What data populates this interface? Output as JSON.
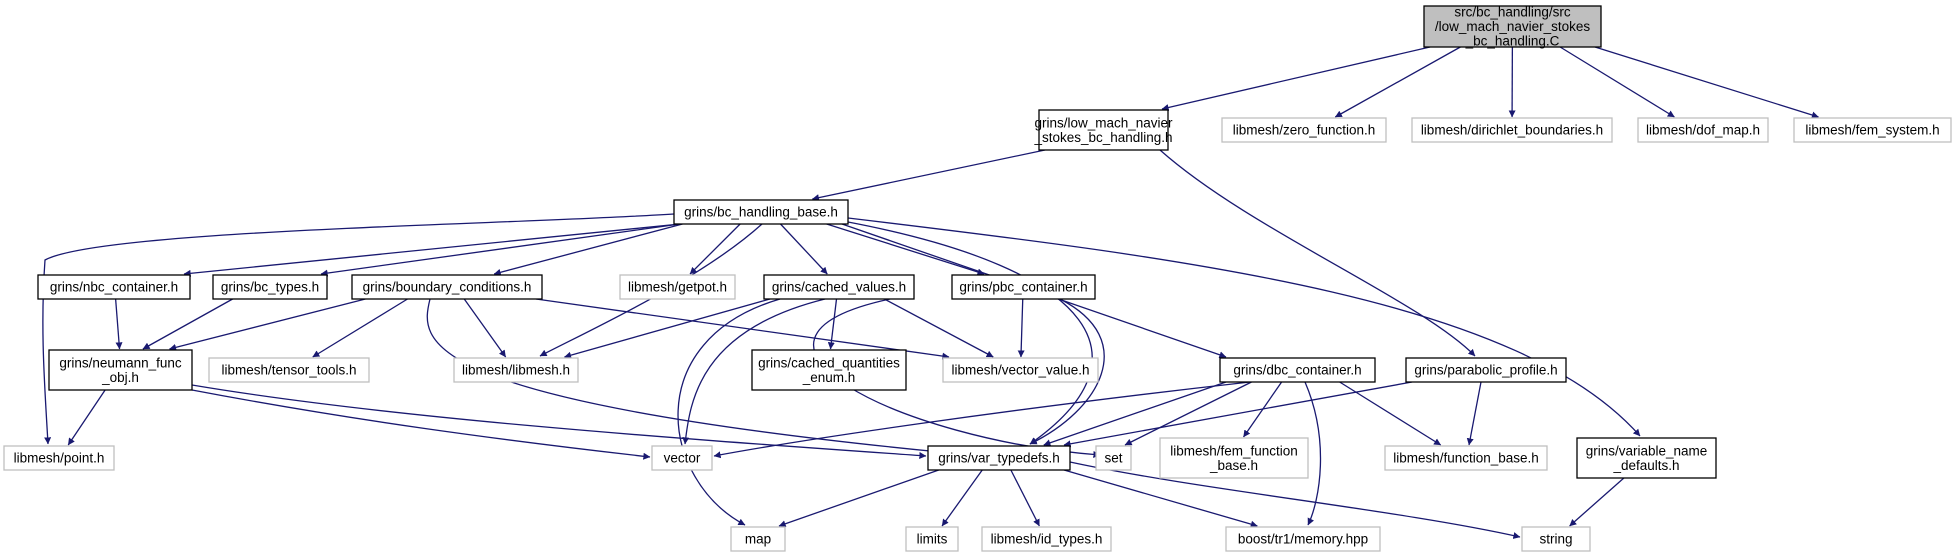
{
  "colors": {
    "edge": "#191970",
    "root_fill": "#bfbfbf",
    "border_dark": "#000000",
    "border_light": "#bfbfbf",
    "text": "#000000"
  },
  "nodes": [
    {
      "id": "root",
      "lines": [
        "src/bc_handling/src",
        "/low_mach_navier_stokes",
        "_bc_handling.C"
      ],
      "style": "root"
    },
    {
      "id": "low_mach",
      "lines": [
        "grins/low_mach_navier",
        "_stokes_bc_handling.h"
      ],
      "style": "dark"
    },
    {
      "id": "zero_function",
      "lines": [
        "libmesh/zero_function.h"
      ],
      "style": "light"
    },
    {
      "id": "dirichlet",
      "lines": [
        "libmesh/dirichlet_boundaries.h"
      ],
      "style": "light"
    },
    {
      "id": "dof_map",
      "lines": [
        "libmesh/dof_map.h"
      ],
      "style": "light"
    },
    {
      "id": "fem_system",
      "lines": [
        "libmesh/fem_system.h"
      ],
      "style": "light"
    },
    {
      "id": "bc_handling_base",
      "lines": [
        "grins/bc_handling_base.h"
      ],
      "style": "dark"
    },
    {
      "id": "nbc_container",
      "lines": [
        "grins/nbc_container.h"
      ],
      "style": "dark"
    },
    {
      "id": "bc_types",
      "lines": [
        "grins/bc_types.h"
      ],
      "style": "dark"
    },
    {
      "id": "boundary_conditions",
      "lines": [
        "grins/boundary_conditions.h"
      ],
      "style": "dark"
    },
    {
      "id": "getpot",
      "lines": [
        "libmesh/getpot.h"
      ],
      "style": "light"
    },
    {
      "id": "cached_values",
      "lines": [
        "grins/cached_values.h"
      ],
      "style": "dark"
    },
    {
      "id": "pbc_container",
      "lines": [
        "grins/pbc_container.h"
      ],
      "style": "dark"
    },
    {
      "id": "neumann_func",
      "lines": [
        "grins/neumann_func",
        "_obj.h"
      ],
      "style": "dark"
    },
    {
      "id": "tensor_tools",
      "lines": [
        "libmesh/tensor_tools.h"
      ],
      "style": "light"
    },
    {
      "id": "libmesh_h",
      "lines": [
        "libmesh/libmesh.h"
      ],
      "style": "light"
    },
    {
      "id": "cached_quantities",
      "lines": [
        "grins/cached_quantities",
        "_enum.h"
      ],
      "style": "dark"
    },
    {
      "id": "vector_value",
      "lines": [
        "libmesh/vector_value.h"
      ],
      "style": "light"
    },
    {
      "id": "dbc_container",
      "lines": [
        "grins/dbc_container.h"
      ],
      "style": "dark"
    },
    {
      "id": "parabolic_profile",
      "lines": [
        "grins/parabolic_profile.h"
      ],
      "style": "dark"
    },
    {
      "id": "point",
      "lines": [
        "libmesh/point.h"
      ],
      "style": "light"
    },
    {
      "id": "vector",
      "lines": [
        "vector"
      ],
      "style": "light"
    },
    {
      "id": "var_typedefs",
      "lines": [
        "grins/var_typedefs.h"
      ],
      "style": "dark"
    },
    {
      "id": "set",
      "lines": [
        "set"
      ],
      "style": "light"
    },
    {
      "id": "fem_function_base",
      "lines": [
        "libmesh/fem_function",
        "_base.h"
      ],
      "style": "light"
    },
    {
      "id": "function_base",
      "lines": [
        "libmesh/function_base.h"
      ],
      "style": "light"
    },
    {
      "id": "variable_name_defaults",
      "lines": [
        "grins/variable_name",
        "_defaults.h"
      ],
      "style": "dark"
    },
    {
      "id": "map",
      "lines": [
        "map"
      ],
      "style": "light"
    },
    {
      "id": "limits",
      "lines": [
        "limits"
      ],
      "style": "light"
    },
    {
      "id": "id_types",
      "lines": [
        "libmesh/id_types.h"
      ],
      "style": "light"
    },
    {
      "id": "memory_hpp",
      "lines": [
        "boost/tr1/memory.hpp"
      ],
      "style": "light"
    },
    {
      "id": "string",
      "lines": [
        "string"
      ],
      "style": "light"
    }
  ],
  "edges": [
    [
      "root",
      "low_mach"
    ],
    [
      "root",
      "zero_function"
    ],
    [
      "root",
      "dirichlet"
    ],
    [
      "root",
      "dof_map"
    ],
    [
      "root",
      "fem_system"
    ],
    [
      "low_mach",
      "bc_handling_base"
    ],
    [
      "low_mach",
      "parabolic_profile"
    ],
    [
      "bc_handling_base",
      "point"
    ],
    [
      "bc_handling_base",
      "nbc_container"
    ],
    [
      "bc_handling_base",
      "bc_types"
    ],
    [
      "bc_handling_base",
      "boundary_conditions"
    ],
    [
      "bc_handling_base",
      "libmesh_h"
    ],
    [
      "bc_handling_base",
      "getpot"
    ],
    [
      "bc_handling_base",
      "cached_values"
    ],
    [
      "bc_handling_base",
      "pbc_container"
    ],
    [
      "bc_handling_base",
      "var_typedefs"
    ],
    [
      "bc_handling_base",
      "dbc_container"
    ],
    [
      "bc_handling_base",
      "variable_name_defaults"
    ],
    [
      "nbc_container",
      "neumann_func"
    ],
    [
      "bc_types",
      "neumann_func"
    ],
    [
      "boundary_conditions",
      "neumann_func"
    ],
    [
      "boundary_conditions",
      "tensor_tools"
    ],
    [
      "boundary_conditions",
      "libmesh_h"
    ],
    [
      "boundary_conditions",
      "vector_value"
    ],
    [
      "boundary_conditions",
      "var_typedefs"
    ],
    [
      "cached_values",
      "libmesh_h"
    ],
    [
      "cached_values",
      "cached_quantities"
    ],
    [
      "cached_values",
      "vector_value"
    ],
    [
      "cached_values",
      "vector"
    ],
    [
      "cached_values",
      "map"
    ],
    [
      "cached_values",
      "set"
    ],
    [
      "pbc_container",
      "vector_value"
    ],
    [
      "pbc_container",
      "var_typedefs"
    ],
    [
      "neumann_func",
      "point"
    ],
    [
      "neumann_func",
      "vector"
    ],
    [
      "neumann_func",
      "var_typedefs"
    ],
    [
      "dbc_container",
      "vector"
    ],
    [
      "dbc_container",
      "var_typedefs"
    ],
    [
      "dbc_container",
      "set"
    ],
    [
      "dbc_container",
      "fem_function_base"
    ],
    [
      "dbc_container",
      "function_base"
    ],
    [
      "dbc_container",
      "memory_hpp"
    ],
    [
      "parabolic_profile",
      "var_typedefs"
    ],
    [
      "parabolic_profile",
      "function_base"
    ],
    [
      "var_typedefs",
      "map"
    ],
    [
      "var_typedefs",
      "limits"
    ],
    [
      "var_typedefs",
      "id_types"
    ],
    [
      "var_typedefs",
      "memory_hpp"
    ],
    [
      "var_typedefs",
      "string"
    ],
    [
      "variable_name_defaults",
      "string"
    ]
  ]
}
